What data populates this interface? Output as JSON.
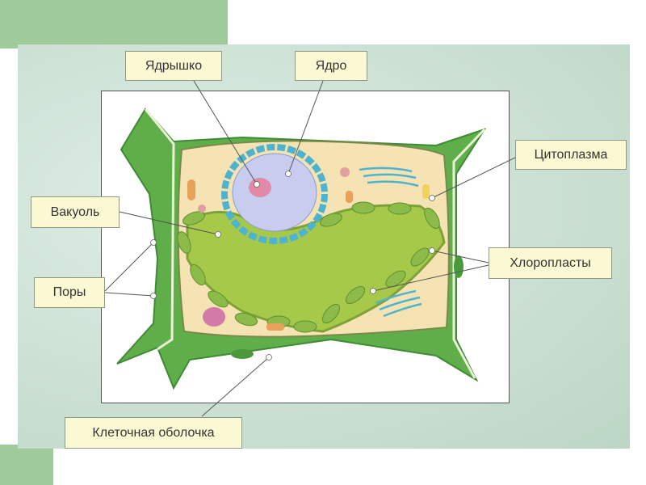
{
  "labels": {
    "nucleolus": "Ядрышко",
    "nucleus": "Ядро",
    "cytoplasm": "Цитоплазма",
    "vacuole": "Вакуоль",
    "pores": "Поры",
    "chloroplasts": "Хлоропласты",
    "cell_wall": "Клеточная оболочка"
  },
  "colors": {
    "wall": "#5fae4a",
    "cytoplasm": "#f5e3b3",
    "vacuole": "#a6c94a",
    "nucleus": "#c8cdef",
    "er": "#4fb3d0",
    "label_bg": "#fbf9d3"
  }
}
